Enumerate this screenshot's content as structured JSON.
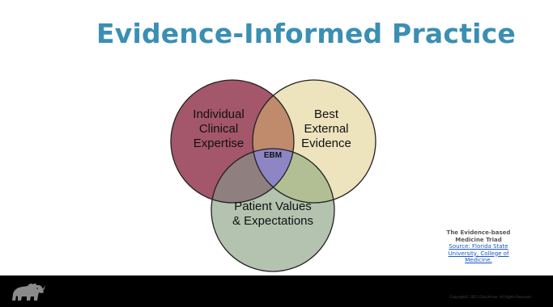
{
  "slide": {
    "title": "Evidence-Informed Practice"
  },
  "venn": {
    "circle_left": {
      "lines": [
        "Individual",
        "Clinical",
        "Expertise"
      ],
      "color": "#a4566a"
    },
    "circle_right": {
      "lines": [
        "Best",
        "External",
        "Evidence"
      ],
      "color": "#ede3bd"
    },
    "circle_bottom": {
      "lines": [
        "Patient Values",
        "& Expectations"
      ],
      "color": "#b3c3af"
    },
    "center_label": "EBM",
    "center_color": "#8e86c4"
  },
  "caption": {
    "title_line1": "The Evidence-based",
    "title_line2": "Medicine Triad",
    "link_line1": "Source: Florida State",
    "link_line2": "University, College of",
    "link_line3": "Medicine."
  },
  "footer": {
    "copyright": "Copyright© 2021 ClinicArmor. All Rights Reserved.",
    "logo_icon": "rhino-logo-icon"
  },
  "colors": {
    "title": "#3a8fb2",
    "footer_bg": "#000000",
    "link": "#1a56c9"
  }
}
